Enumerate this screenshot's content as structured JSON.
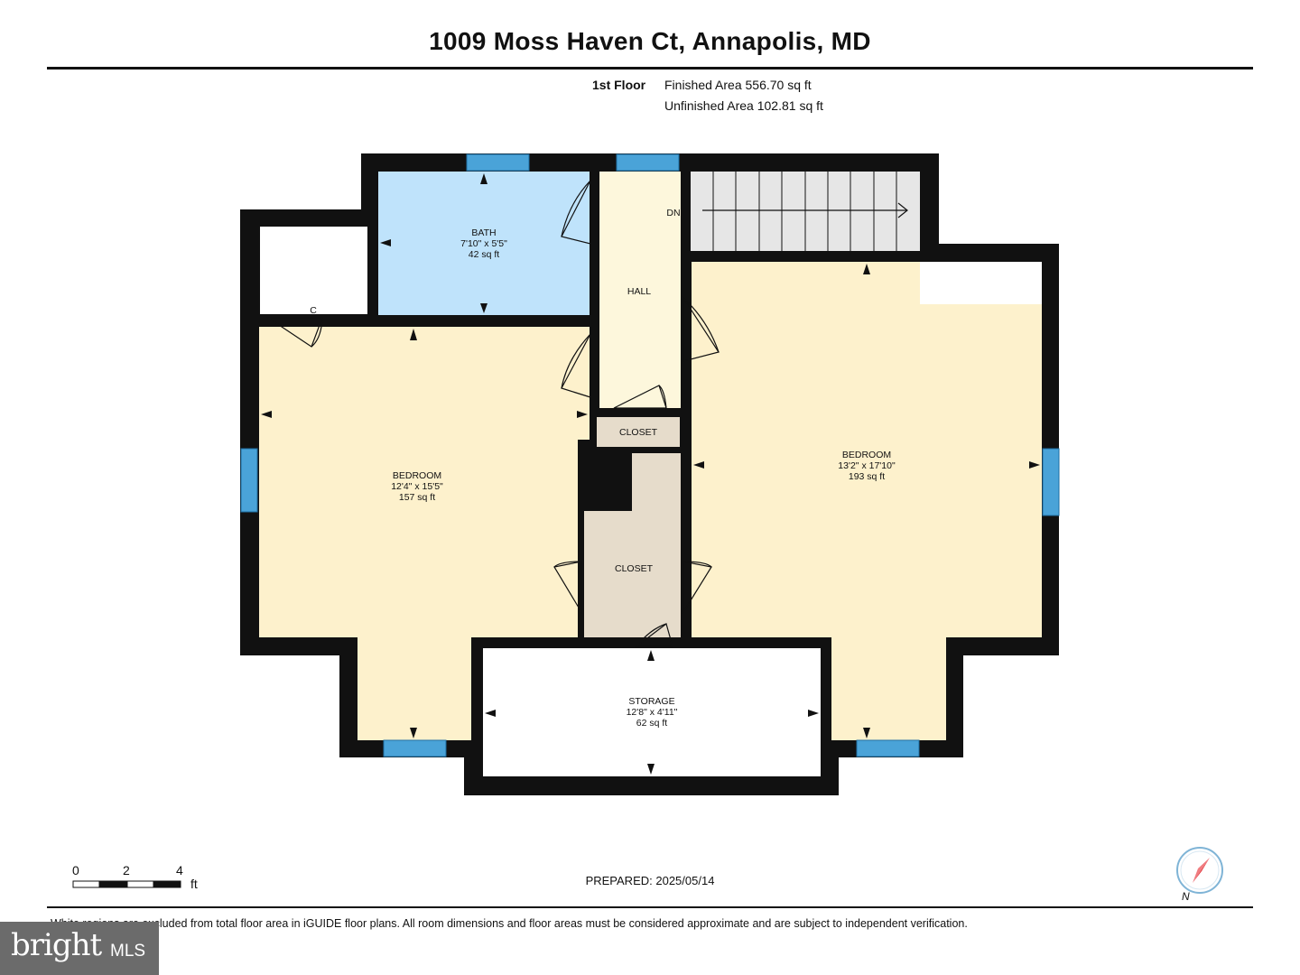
{
  "header": {
    "title": "1009 Moss Haven Ct, Annapolis, MD",
    "floor_name": "1st Floor",
    "finished_area": "Finished Area 556.70 sq ft",
    "unfinished_area": "Unfinished Area 102.81 sq ft"
  },
  "rooms": {
    "bath": {
      "name": "BATH",
      "dims": "7'10\" x 5'5\"",
      "area": "42 sq ft"
    },
    "hall": {
      "name": "HALL"
    },
    "stairs": {
      "label": "DN"
    },
    "closet_small": {
      "name": "C"
    },
    "closet_hall": {
      "name": "CLOSET"
    },
    "closet_center": {
      "name": "CLOSET"
    },
    "bedroom_left": {
      "name": "BEDROOM",
      "dims": "12'4\" x 15'5\"",
      "area": "157 sq ft"
    },
    "bedroom_right": {
      "name": "BEDROOM",
      "dims": "13'2\" x 17'10\"",
      "area": "193 sq ft"
    },
    "storage": {
      "name": "STORAGE",
      "dims": "12'8\" x 4'11\"",
      "area": "62 sq ft"
    }
  },
  "footer": {
    "scale_ticks": [
      "0",
      "2",
      "4"
    ],
    "scale_unit": "ft",
    "prepared": "PREPARED: 2025/05/14",
    "disclaimer": "White regions are excluded from total floor area in iGUIDE floor plans. All room dimensions and floor areas must be considered approximate and are subject to independent verification.",
    "north_label": "N",
    "brand_word": "bright",
    "brand_mls": "MLS"
  },
  "colors": {
    "wall": "#111111",
    "bedroom_fill": "#fdf1cc",
    "bath_fill": "#bfe3fb",
    "hall_fill": "#fdf7dc",
    "closet_fill": "#e6dccb",
    "window": "#4aa3d8",
    "stairs_fill": "#e6e6e6",
    "compass_arrow": "#e0242b"
  }
}
